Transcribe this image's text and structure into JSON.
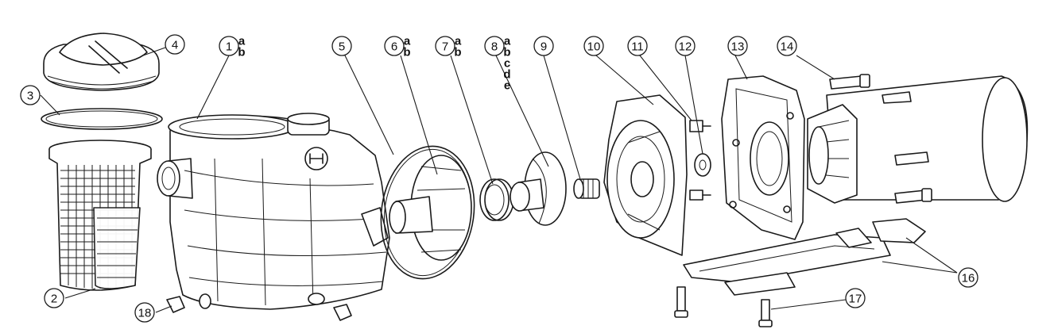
{
  "callouts": [
    {
      "number": "1",
      "variants": [
        "a",
        "b"
      ]
    },
    {
      "number": "2",
      "variants": []
    },
    {
      "number": "3",
      "variants": []
    },
    {
      "number": "4",
      "variants": []
    },
    {
      "number": "5",
      "variants": []
    },
    {
      "number": "6",
      "variants": [
        "a",
        "b"
      ]
    },
    {
      "number": "7",
      "variants": [
        "a",
        "b"
      ]
    },
    {
      "number": "8",
      "variants": [
        "a",
        "b",
        "c",
        "d",
        "e"
      ]
    },
    {
      "number": "9",
      "variants": []
    },
    {
      "number": "10",
      "variants": []
    },
    {
      "number": "11",
      "variants": []
    },
    {
      "number": "12",
      "variants": []
    },
    {
      "number": "13",
      "variants": []
    },
    {
      "number": "14",
      "variants": []
    },
    {
      "number": "16",
      "variants": []
    },
    {
      "number": "17",
      "variants": []
    },
    {
      "number": "18",
      "variants": []
    }
  ],
  "colors": {
    "line": "#1a1a1a",
    "background": "#ffffff"
  }
}
